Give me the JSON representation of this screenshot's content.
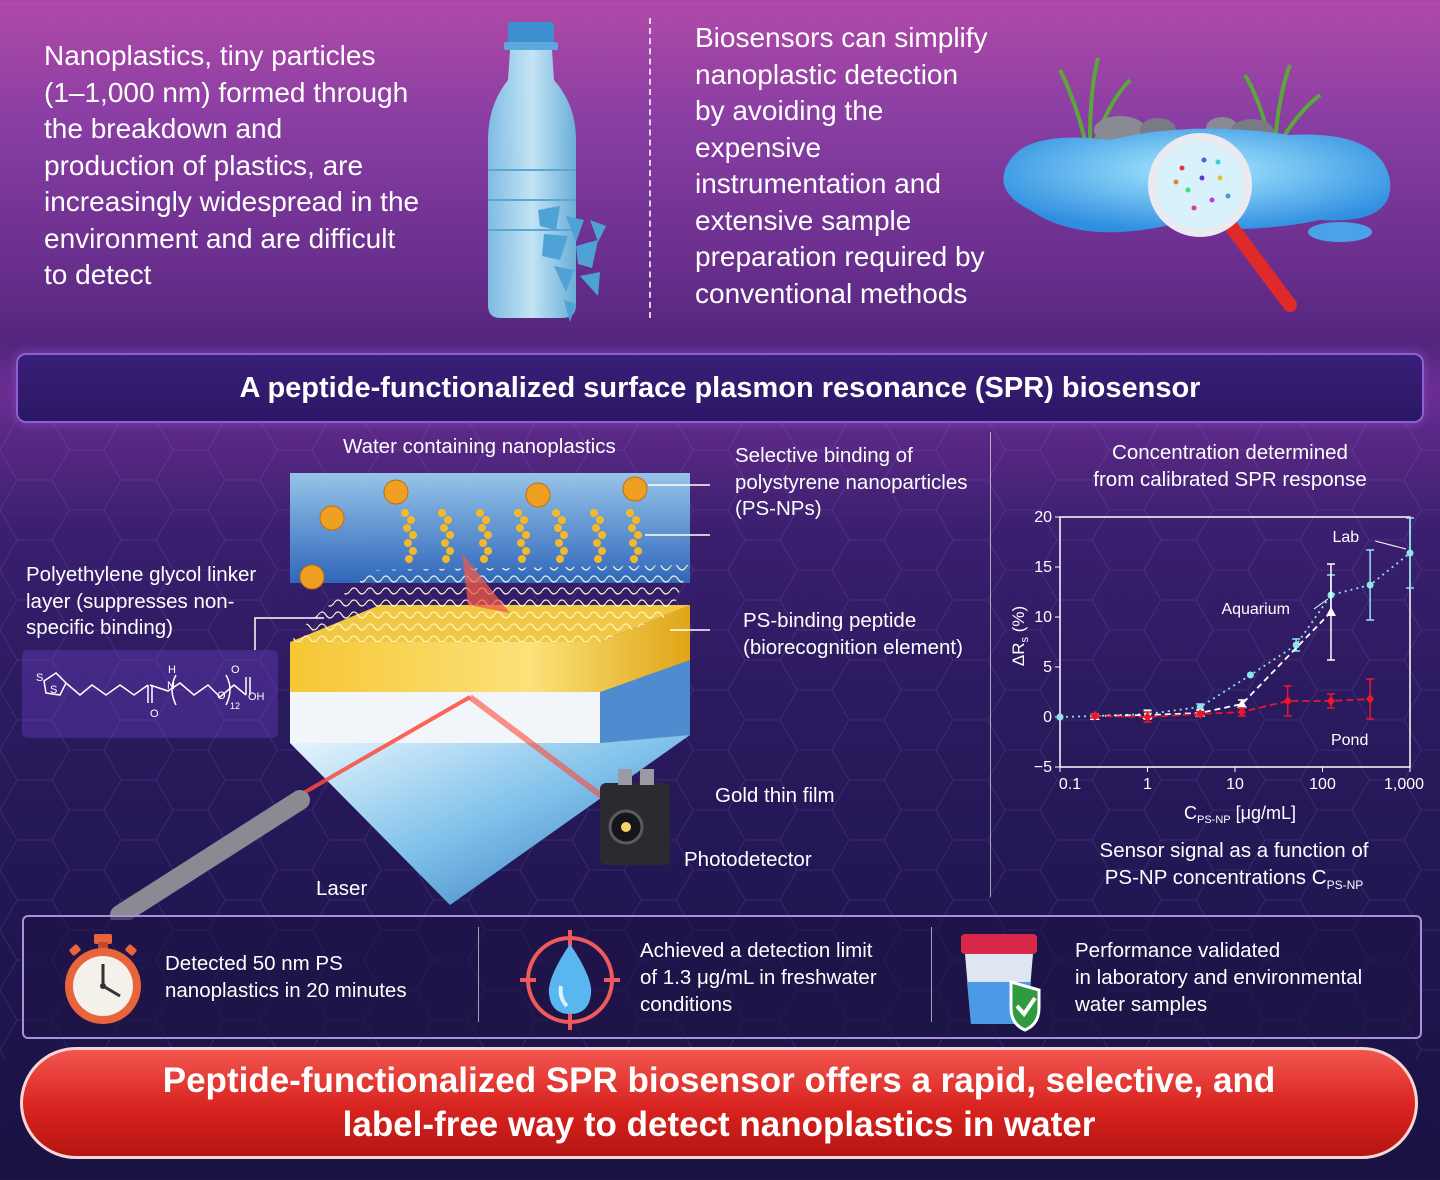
{
  "top": {
    "left_text": [
      "Nanoplastics, tiny particles",
      "(1–1,000 nm) formed through",
      "the breakdown and",
      "production of plastics, are",
      "increasingly widespread in the",
      "environment and are difficult",
      "to detect"
    ],
    "right_text": [
      "Biosensors can simplify",
      "nanoplastic detection",
      "by avoiding the",
      "expensive",
      "instrumentation and",
      "extensive sample",
      "preparation required by",
      "conventional methods"
    ]
  },
  "banner": {
    "title": "A peptide-functionalized surface plasmon resonance (SPR) biosensor"
  },
  "diagram": {
    "water_label": "Water containing nanoplastics",
    "selective_label": [
      "Selective binding of",
      "polystyrene nanoparticles",
      "(PS-NPs)"
    ],
    "peg_label": [
      "Polyethylene glycol linker",
      "layer (suppresses non-",
      "specific binding)"
    ],
    "peptide_label": [
      "PS-binding peptide",
      "(biorecognition element)"
    ],
    "gold_label": "Gold thin film",
    "photodetector_label": "Photodetector",
    "laser_label": "Laser",
    "chem": {
      "s1": "S",
      "s2": "S",
      "h": "H",
      "n": "N",
      "o1": "O",
      "o2": "O",
      "o3": "O",
      "oh": "OH",
      "sub": "12"
    }
  },
  "chart_panel": {
    "heading": [
      "Concentration determined",
      "from calibrated SPR response"
    ],
    "caption_line1": "Sensor signal as a function of",
    "caption_line2_main": "PS-NP concentrations C",
    "caption_line2_sub": "PS-NP"
  },
  "chart_data": {
    "type": "scatter",
    "x_scale": "log",
    "xlim": [
      0.1,
      1000
    ],
    "ylim": [
      -5,
      20
    ],
    "x_ticks": [
      "0.1",
      "1",
      "10",
      "100",
      "1,000"
    ],
    "y_ticks": [
      "−5",
      "0",
      "5",
      "10",
      "15",
      "20"
    ],
    "xlabel_main": "C",
    "xlabel_sub": "PS-NP",
    "xlabel_unit": " [μg/mL]",
    "ylabel_main": "ΔR",
    "ylabel_sub": "s",
    "ylabel_unit": " (%)",
    "series": [
      {
        "name": "Lab",
        "color": "#8fe6ea",
        "marker": "circle",
        "x": [
          0.1,
          0.25,
          1,
          4,
          15,
          50,
          125,
          350,
          1000
        ],
        "y": [
          0,
          0.1,
          0.3,
          1,
          4.2,
          7.2,
          12.2,
          13.2,
          16.4
        ],
        "err": [
          0,
          0.2,
          0.4,
          0.3,
          0,
          0.6,
          2,
          3.5,
          3.5
        ]
      },
      {
        "name": "Aquarium",
        "color": "#ffffff",
        "marker": "triangle",
        "x": [
          0.25,
          1,
          4,
          12,
          125
        ],
        "y": [
          0.1,
          0.2,
          0.4,
          1.3,
          10.5
        ],
        "err": [
          0.2,
          0.4,
          0.3,
          0.4,
          4.8
        ]
      },
      {
        "name": "Pond",
        "color": "#e8182a",
        "marker": "diamond",
        "x": [
          0.25,
          1,
          4,
          12,
          40,
          125,
          350
        ],
        "y": [
          0.1,
          0,
          0.3,
          0.5,
          1.6,
          1.6,
          1.8
        ],
        "err": [
          0.2,
          0.5,
          0.2,
          0.4,
          1.5,
          0.7,
          2
        ]
      }
    ]
  },
  "bottom": {
    "item1": [
      "Detected 50 nm PS",
      "nanoplastics in 20 minutes"
    ],
    "item2": [
      "Achieved a detection limit",
      "of 1.3 μg/mL in freshwater",
      "conditions"
    ],
    "item3": [
      "Performance validated",
      "in laboratory and environmental",
      "water samples"
    ]
  },
  "conclusion": [
    "Peptide-functionalized SPR biosensor offers a rapid, selective, and",
    "label-free way to detect nanoplastics in water"
  ],
  "colors": {
    "banner_border": "#8d5fd0",
    "conclusion_red": "#d8231f",
    "gold": "#e9b524",
    "lab": "#8fe6ea",
    "pond": "#e8182a"
  }
}
